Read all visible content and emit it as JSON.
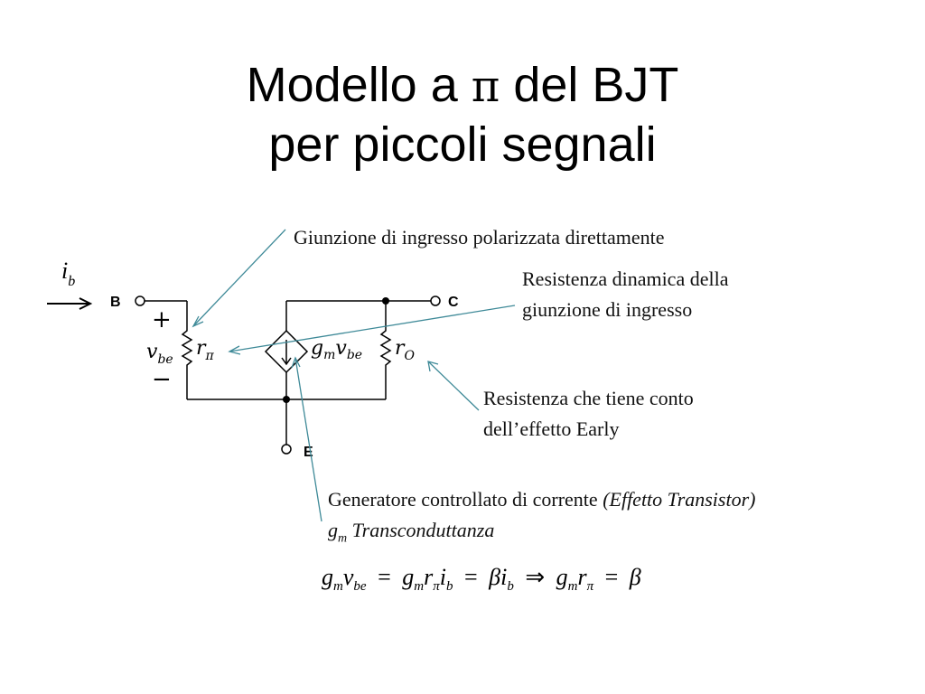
{
  "slide": {
    "title_line1_a": "Modello a ",
    "title_pi": "π",
    "title_line1_b": " del BJT",
    "title_line2": "per piccoli segnali"
  },
  "annotations": {
    "junction": "Giunzione di ingresso polarizzata direttamente",
    "dynamic_resistance_1": "Resistenza dinamica della",
    "dynamic_resistance_2": "giunzione di ingresso",
    "early_1": "Resistenza che tiene conto",
    "early_2": "dell’effetto Early",
    "generator_text": "Generatore controllato di corrente ",
    "generator_italic": "(Effetto Transistor)",
    "gm_symbol": "g",
    "gm_sub": "m",
    "gm_label": " Transconduttanza"
  },
  "circuit": {
    "terminal_base": "B",
    "terminal_collector": "C",
    "terminal_emitter": "E",
    "input_current_symbol": "i",
    "input_current_sub": "b",
    "vbe_plus": "+",
    "vbe_minus": "−",
    "vbe_symbol": "v",
    "vbe_sub": "be",
    "r_pi_symbol": "r",
    "r_pi_sub": "π",
    "gm_vbe_g": "g",
    "gm_vbe_m": "m",
    "gm_vbe_v": "v",
    "gm_vbe_be": "be",
    "r_o_symbol": "r",
    "r_o_sub": "O"
  },
  "formula": {
    "g1": "g",
    "m1": "m",
    "v1": "v",
    "be1": "be",
    "eq1": "=",
    "g2": "g",
    "m2": "m",
    "r2": "r",
    "pi2": "π",
    "i2": "i",
    "b2": "b",
    "eq2": "=",
    "beta1": "β",
    "i3": "i",
    "b3": "b",
    "implies": "⇒",
    "g4": "g",
    "m4": "m",
    "r4": "r",
    "pi4": "π",
    "eq3": "=",
    "beta2": "β"
  },
  "colors": {
    "arrow_teal": "#3f8a98",
    "wire": "#000000"
  }
}
